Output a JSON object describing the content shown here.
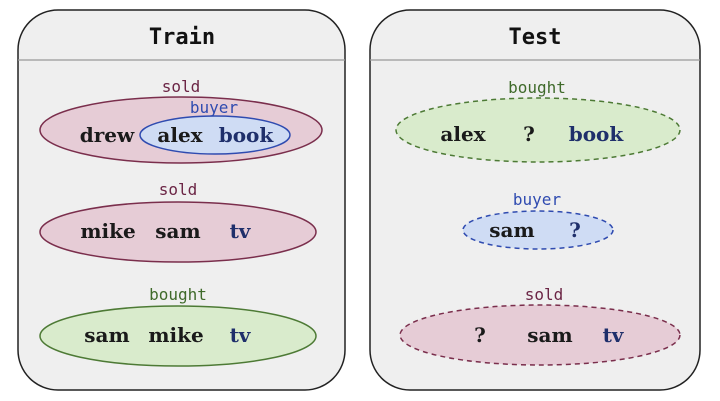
{
  "panels": {
    "train": {
      "title": "Train"
    },
    "test": {
      "title": "Test"
    }
  },
  "train": {
    "group1": {
      "label": "sold",
      "sub_label": "buyer",
      "w1": "drew",
      "w2": "alex",
      "w3": "book"
    },
    "group2": {
      "label": "sold",
      "w1": "mike",
      "w2": "sam",
      "w3": "tv"
    },
    "group3": {
      "label": "bought",
      "w1": "sam",
      "w2": "mike",
      "w3": "tv"
    }
  },
  "test": {
    "group1": {
      "label": "bought",
      "w1": "alex",
      "w2": "?",
      "w3": "book"
    },
    "group2": {
      "label": "buyer",
      "w1": "sam",
      "w2": "?"
    },
    "group3": {
      "label": "sold",
      "w1": "?",
      "w2": "sam",
      "w3": "tv"
    }
  },
  "colors": {
    "panel_bg": "#efefef",
    "panel_border": "#222222",
    "sold_fill": "#e6ccd6",
    "sold_stroke": "#7a2e4c",
    "bought_fill": "#d9ebcc",
    "bought_stroke": "#4d7a35",
    "buyer_fill": "#cfdcf4",
    "buyer_stroke": "#2f4bb0"
  }
}
